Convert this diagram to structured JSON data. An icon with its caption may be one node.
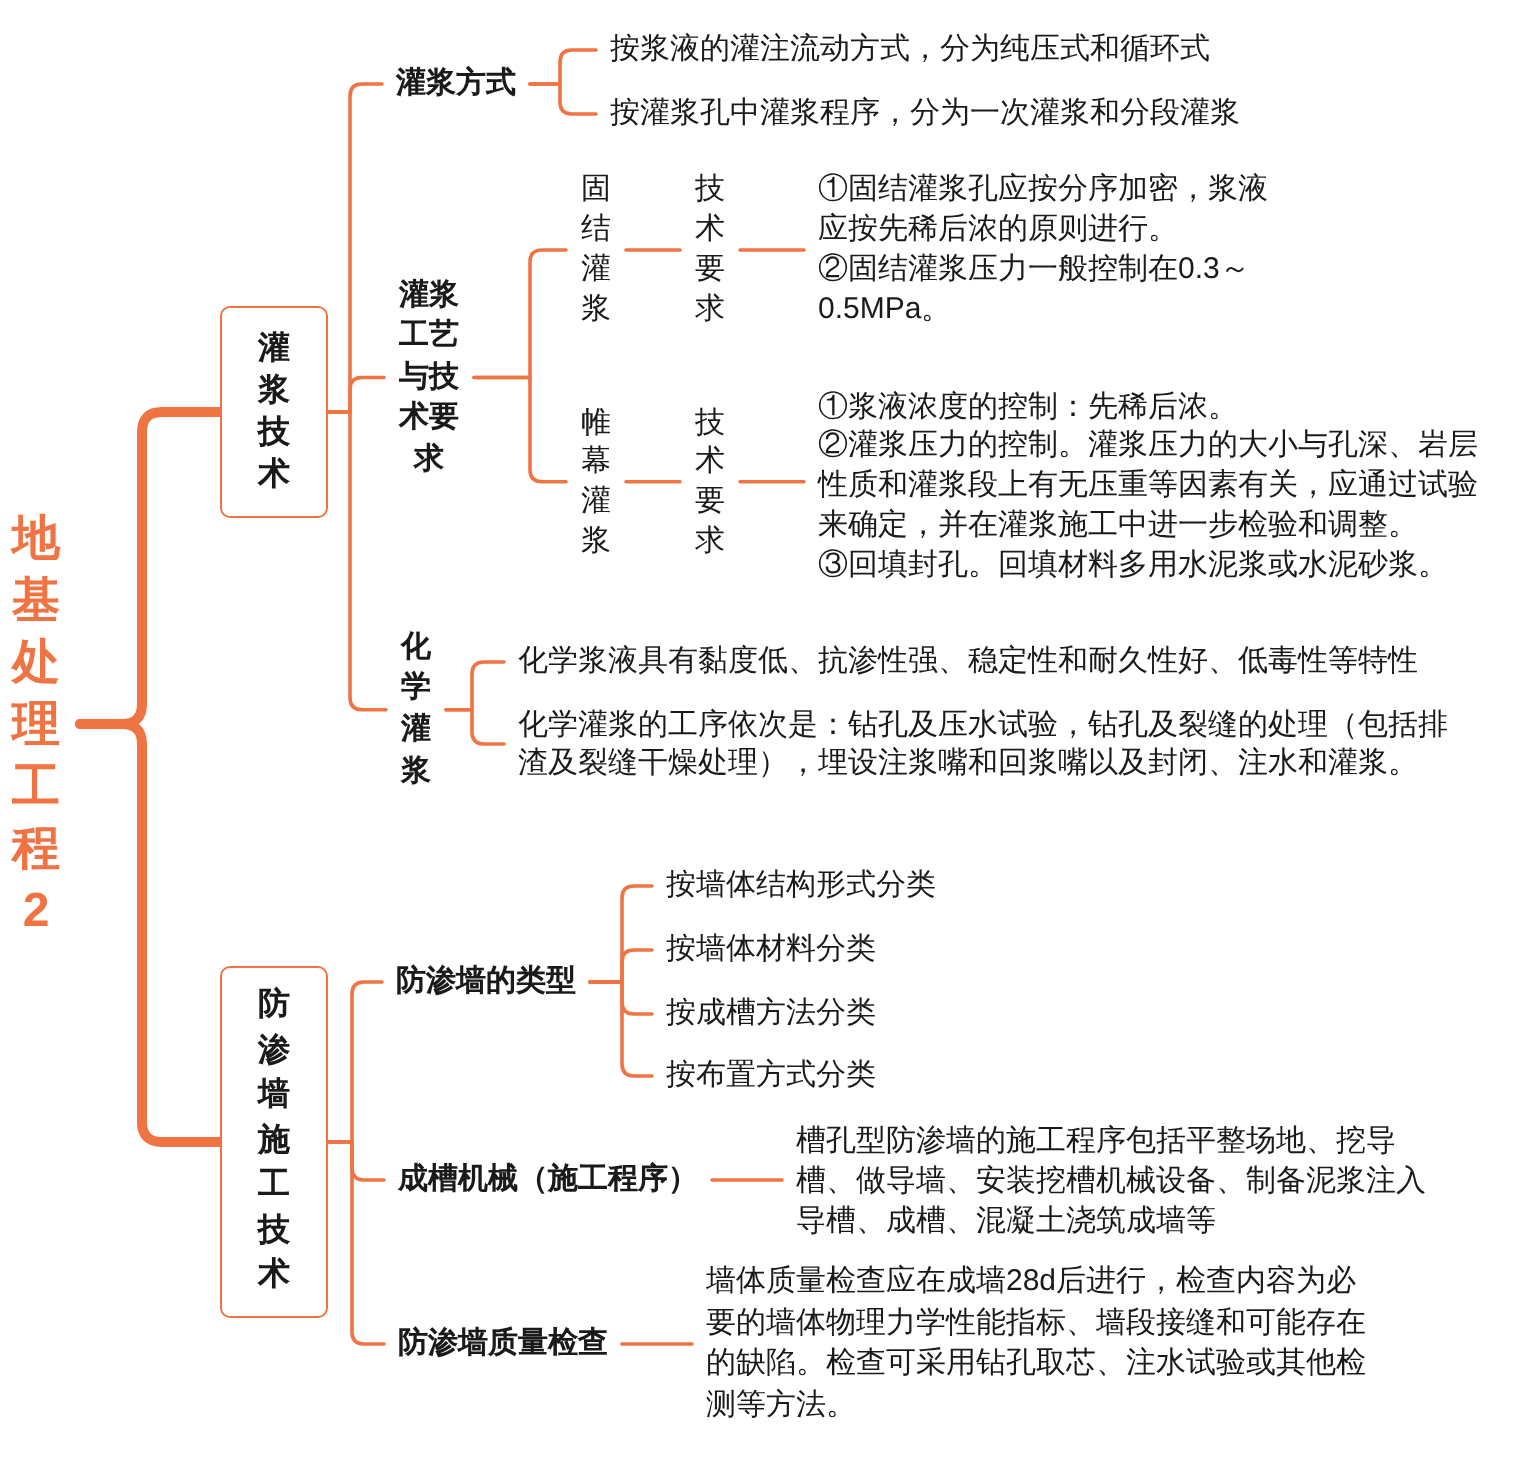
{
  "diagram": {
    "nodes": [
      {
        "text": [
          "地基处理工程2"
        ]
      },
      {
        "text": [
          "灌浆技术"
        ]
      },
      {
        "text": [
          "防渗墙施工技术"
        ]
      },
      {
        "text": [
          "灌浆方式"
        ]
      },
      {
        "text": [
          "按浆液的灌注流动方式，分为纯压式和循环式"
        ]
      },
      {
        "text": [
          "按灌浆孔中灌浆程序，分为一次灌浆和分段灌浆"
        ]
      },
      {
        "text": [
          "灌浆工艺与技术要求"
        ]
      },
      {
        "text": [
          "固结灌浆"
        ]
      },
      {
        "text": [
          "技术要求"
        ]
      },
      {
        "text": [
          "①固结灌浆孔应按分序加密，浆液应按先稀后浓的原则进行。",
          "②固结灌浆压力一般控制在0.3～0.5MPa。"
        ]
      },
      {
        "text": [
          "帷幕灌浆"
        ]
      },
      {
        "text": [
          "技术要求"
        ]
      },
      {
        "text": [
          "①浆液浓度的控制：先稀后浓。",
          "②灌浆压力的控制。灌浆压力的大小与孔深、岩层性质和灌浆段上有无压重等因素有关，应通过试验来确定，并在灌浆施工中进一步检验和调整。",
          "③回填封孔。回填材料多用水泥浆或水泥砂浆。"
        ]
      },
      {
        "text": [
          "化学灌浆"
        ]
      },
      {
        "text": [
          "化学浆液具有黏度低、抗渗性强、稳定性和耐久性好、低毒性等特性"
        ]
      },
      {
        "text": [
          "化学灌浆的工序依次是：钻孔及压水试验，钻孔及裂缝的处理（包括排渣及裂缝干燥处理），埋设注浆嘴和回浆嘴以及封闭、注水和灌浆。"
        ]
      },
      {
        "text": [
          "防渗墙的类型"
        ]
      },
      {
        "text": [
          "按墙体结构形式分类"
        ]
      },
      {
        "text": [
          "按墙体材料分类"
        ]
      },
      {
        "text": [
          "按成槽方法分类"
        ]
      },
      {
        "text": [
          "按布置方式分类"
        ]
      },
      {
        "text": [
          "成槽机械（施工程序）"
        ]
      },
      {
        "text": [
          "槽孔型防渗墙的施工程序包括平整场地、挖导槽、做导墙、安装挖槽机械设备、制备泥浆注入导槽、成槽、混凝土浇筑成墙等"
        ]
      },
      {
        "text": [
          "防渗墙质量检查"
        ]
      },
      {
        "text": [
          "墙体质量检查应在成墙28d后进行，检查内容为必要的墙体物理力学性能指标、墙段接缝和可能存在的缺陷。检查可采用钻孔取芯、注水试验或其他检测等方法。"
        ]
      }
    ],
    "edges": [
      {
        "from": 0,
        "to": 1,
        "arrow": "none",
        "style": "thick"
      },
      {
        "from": 0,
        "to": 2,
        "arrow": "none",
        "style": "thick"
      },
      {
        "from": 1,
        "to": 3,
        "arrow": "none"
      },
      {
        "from": 1,
        "to": 6,
        "arrow": "none"
      },
      {
        "from": 1,
        "to": 13,
        "arrow": "none"
      },
      {
        "from": 3,
        "to": 4,
        "arrow": "none"
      },
      {
        "from": 3,
        "to": 5,
        "arrow": "none"
      },
      {
        "from": 6,
        "to": 7,
        "arrow": "none"
      },
      {
        "from": 6,
        "to": 10,
        "arrow": "none"
      },
      {
        "from": 7,
        "to": 8,
        "arrow": "none"
      },
      {
        "from": 8,
        "to": 9,
        "arrow": "none"
      },
      {
        "from": 10,
        "to": 11,
        "arrow": "none"
      },
      {
        "from": 11,
        "to": 12,
        "arrow": "none"
      },
      {
        "from": 13,
        "to": 14,
        "arrow": "none"
      },
      {
        "from": 13,
        "to": 15,
        "arrow": "none"
      },
      {
        "from": 2,
        "to": 16,
        "arrow": "none"
      },
      {
        "from": 2,
        "to": 21,
        "arrow": "none"
      },
      {
        "from": 2,
        "to": 23,
        "arrow": "none"
      },
      {
        "from": 16,
        "to": 17,
        "arrow": "none"
      },
      {
        "from": 16,
        "to": 18,
        "arrow": "none"
      },
      {
        "from": 16,
        "to": 19,
        "arrow": "none"
      },
      {
        "from": 16,
        "to": 20,
        "arrow": "none"
      },
      {
        "from": 21,
        "to": 22,
        "arrow": "none"
      },
      {
        "from": 23,
        "to": 24,
        "arrow": "none"
      }
    ]
  }
}
